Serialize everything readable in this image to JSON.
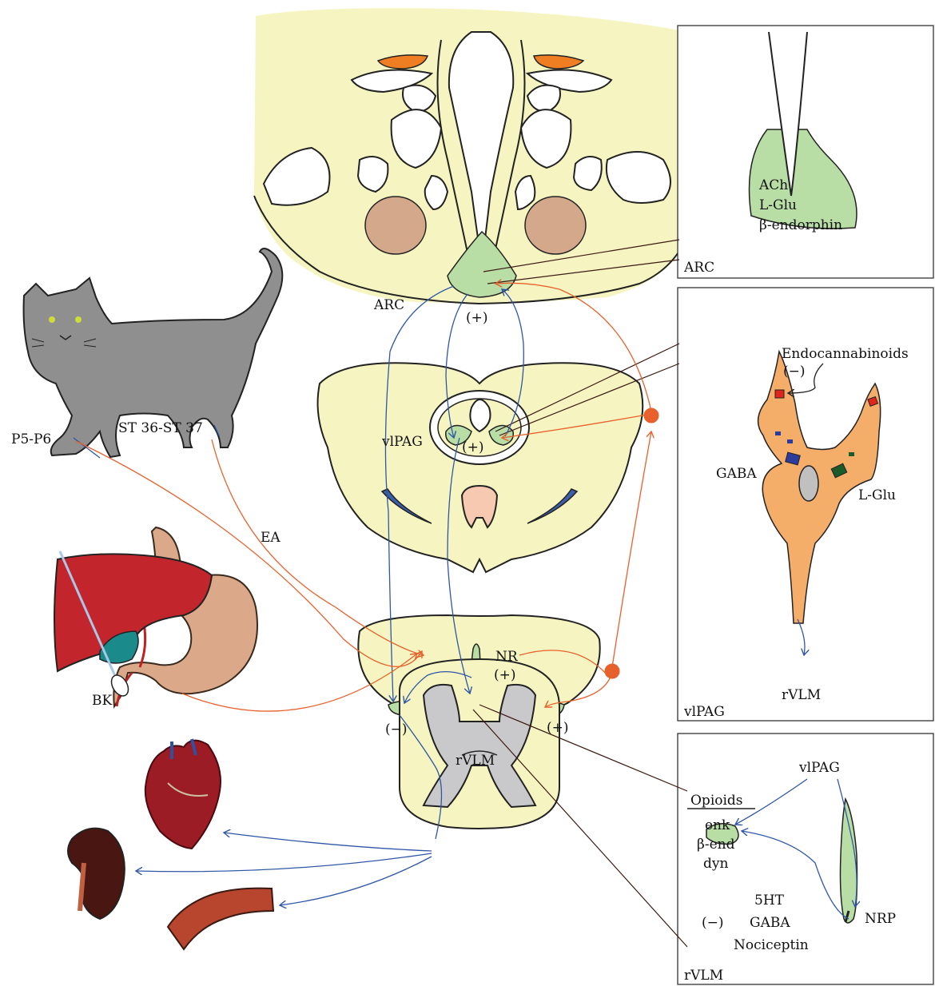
{
  "labels": {
    "arc_main": "ARC",
    "plus_arc": "(+)",
    "vlpag_main": "vlPAG",
    "plus_vlpag": "(+)",
    "nr": "NR",
    "plus_nr": "(+)",
    "minus_rvlm": "(−)",
    "plus_rvlm": "(+)",
    "rvlm_main": "rVLM",
    "p5p6": "P5-P6",
    "st": "ST 36-ST 37",
    "ea": "EA",
    "bk": "BK"
  },
  "panel_arc": {
    "title": "ARC",
    "lines": [
      "ACh",
      "L-Glu",
      "β-endorphin"
    ]
  },
  "panel_vlpag": {
    "title": "vlPAG",
    "endocannabinoids": "Endocannabinoids",
    "minus": "(−)",
    "gaba": "GABA",
    "lglu": "L-Glu",
    "rvlm": "rVLM"
  },
  "panel_rvlm": {
    "title": "rVLM",
    "vlpag": "vlPAG",
    "opioids": "Opioids",
    "enk": "enk",
    "bend": "β-end",
    "dyn": "dyn",
    "ht5": "5HT",
    "gaba": "GABA",
    "nociceptin": "Nociceptin",
    "minus": "(−)",
    "nrp": "NRP"
  },
  "colors": {
    "tissue": "#f6f5c1",
    "nucleus": "#b8dda5",
    "neuron": "#f5ad6a",
    "blue_path": "#2f56a6",
    "orange_path": "#e8602c",
    "gray_matter": "#c9c9cb",
    "brown_nucleus": "#d4a98b"
  }
}
